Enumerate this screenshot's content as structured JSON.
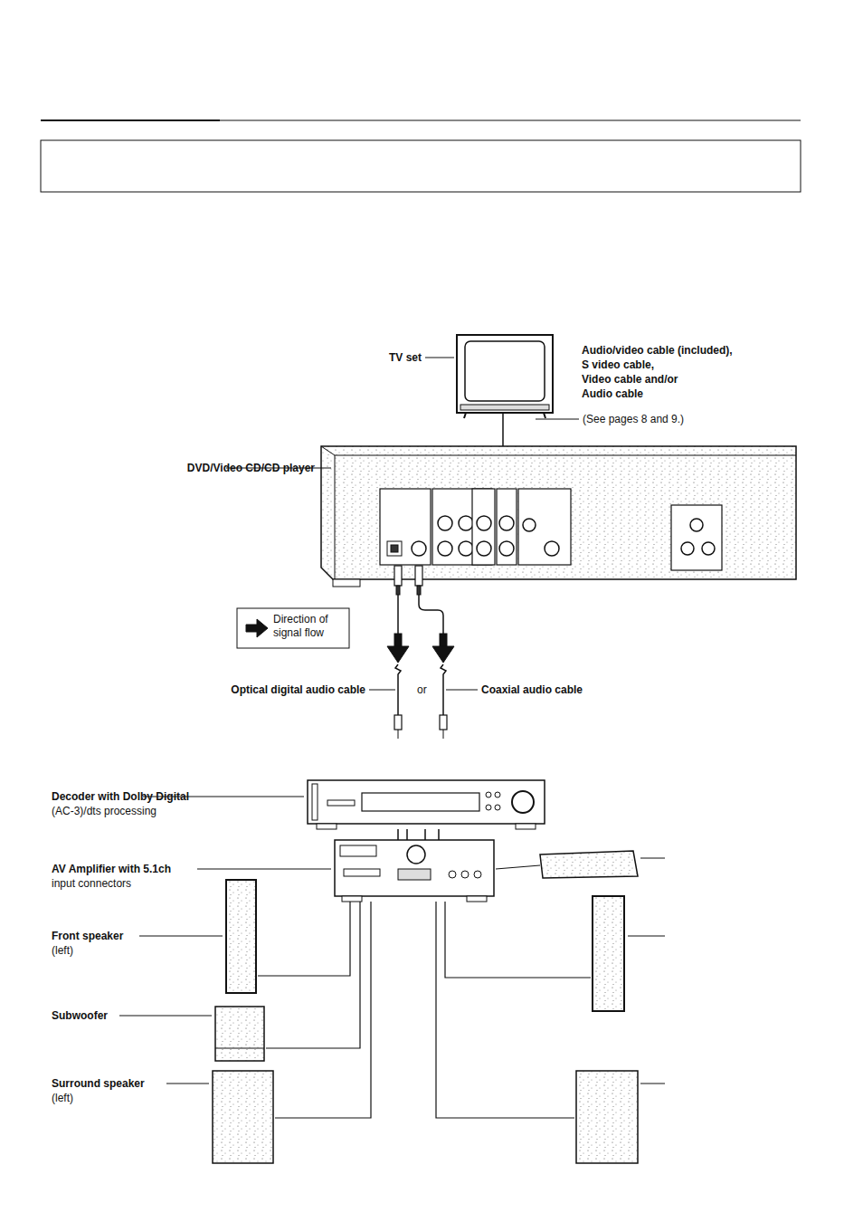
{
  "diagram": {
    "labels": [
      "TV set",
      "Audio/video cable (included),",
      "S video cable,",
      "Video cable and/or",
      "Audio cable",
      "(See pages 8 and 9.)",
      "DVD/Video CD/CD player",
      "Optical digital audio cable",
      "or",
      "Coaxial audio cable",
      "Decoder with Dolby Digital",
      "(AC-3)/dts processing",
      "AV Amplifier with 5.1ch",
      "input connectors",
      "Front speaker",
      "(left)",
      "Subwoofer",
      "Surround speaker",
      "(left)"
    ],
    "legend": [
      {
        "text": "Direction of signal flow"
      }
    ]
  }
}
